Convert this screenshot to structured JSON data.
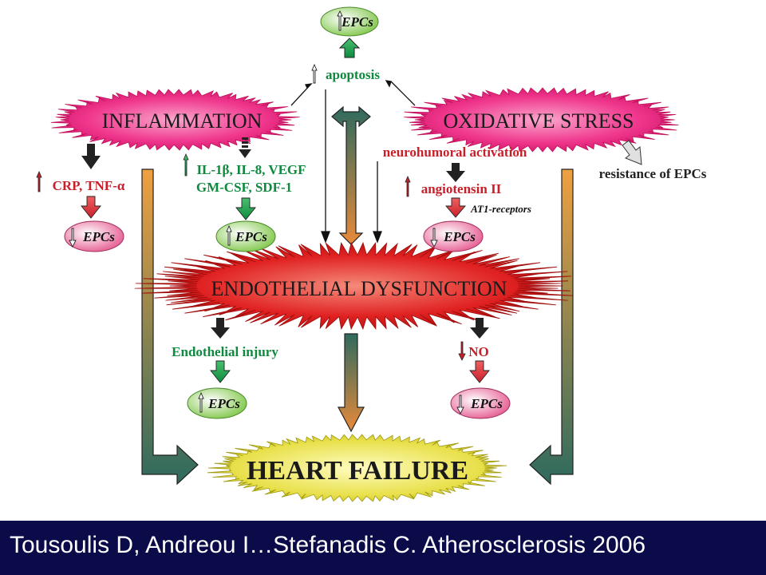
{
  "diagram": {
    "inflammation": "INFLAMMATION",
    "oxidative_stress": "OXIDATIVE STRESS",
    "endothelial_dysfunction": "ENDOTHELIAL DYSFUNCTION",
    "heart_failure": "HEART FAILURE",
    "apoptosis": "apoptosis",
    "epcs": "EPCs",
    "crp_tnf": "CRP, TNF-α",
    "cytokines_line1": "IL-1β, IL-8, VEGF",
    "cytokines_line2": "GM-CSF, SDF-1",
    "neurohumoral": "neurohumoral activation",
    "angiotensin": "angiotensin II",
    "at1": "AT1-receptors",
    "resistance": "resistance of EPCs",
    "endothelial_injury": "Endothelial injury",
    "no": "NO"
  },
  "footer": {
    "citation": "Tousoulis D, Andreou I…Stefanadis C. Atherosclerosis 2006"
  },
  "colors": {
    "pink": "#f0388e",
    "red": "#e02222",
    "green": "#0e8a3e",
    "dark_red": "#c8202a",
    "yellow": "#e8e04a",
    "teal_dark": "#2e6a5e",
    "orange": "#e88a3a",
    "footer_bg": "#0b0b4a"
  },
  "icons": [
    "up-arrow-icon",
    "down-arrow-icon",
    "block-arrow-icon",
    "bidirectional-arrow-icon"
  ]
}
